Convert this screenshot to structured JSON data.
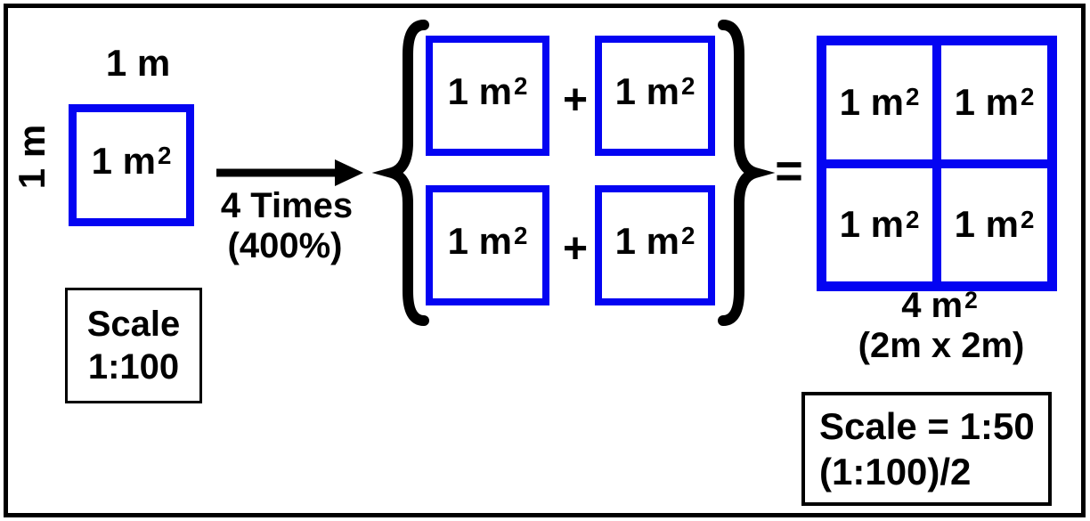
{
  "colors": {
    "square_blue": "#0404f2",
    "outline_black": "#000000",
    "background": "#ffffff"
  },
  "left_group": {
    "top_length_label": "1 m",
    "side_length_label": "1 m",
    "unit_square": {
      "base": "1 m",
      "sup": "2"
    },
    "scale_box": {
      "line1": "Scale",
      "line2": "1:100"
    }
  },
  "transform_arrow": {
    "label_line1": "4 Times",
    "label_line2": "(400%)"
  },
  "sum_group": {
    "left_brace": "{",
    "right_brace": "}",
    "plus_top": "+",
    "plus_bottom": "+",
    "squares": [
      {
        "base": "1 m",
        "sup": "2"
      },
      {
        "base": "1 m",
        "sup": "2"
      },
      {
        "base": "1 m",
        "sup": "2"
      },
      {
        "base": "1 m",
        "sup": "2"
      }
    ]
  },
  "equals_sign": "=",
  "result_group": {
    "cells": [
      {
        "base": "1 m",
        "sup": "2"
      },
      {
        "base": "1 m",
        "sup": "2"
      },
      {
        "base": "1 m",
        "sup": "2"
      },
      {
        "base": "1 m",
        "sup": "2"
      }
    ],
    "area_label": {
      "base": "4 m",
      "sup": "2"
    },
    "dimension_label": "(2m x 2m)",
    "scale_box": {
      "line1": "Scale = 1:50",
      "line2": "(1:100)/2"
    }
  }
}
